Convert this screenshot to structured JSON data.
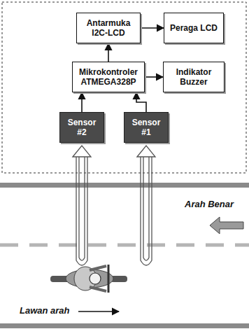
{
  "diagram": {
    "nodes": [
      {
        "text": [
          "Antarmuka I2C-LCD"
        ]
      },
      {
        "text": [
          "Peraga LCD"
        ]
      },
      {
        "text": [
          "Mikrokontroler ATMEGA328P"
        ]
      },
      {
        "text": [
          "Indikator Buzzer"
        ]
      },
      {
        "text": [
          "Sensor #2"
        ]
      },
      {
        "text": [
          "Sensor #1"
        ]
      }
    ],
    "edges": [
      {
        "from": 0,
        "to": 1,
        "arrow": "to"
      },
      {
        "from": 2,
        "to": 0,
        "arrow": "to"
      },
      {
        "from": 2,
        "to": 3,
        "arrow": "to"
      },
      {
        "from": 4,
        "to": 2,
        "arrow": "to"
      },
      {
        "from": 5,
        "to": 2,
        "arrow": "to"
      }
    ],
    "labels": [
      "Arah Benar",
      "Lawan arah"
    ]
  }
}
